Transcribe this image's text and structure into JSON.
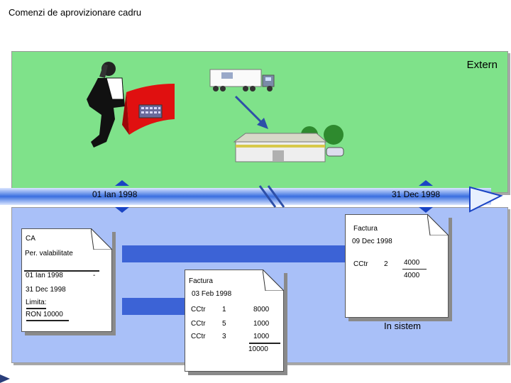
{
  "title": "Comenzi de aprovizionare cadru",
  "extern_label": "Extern",
  "sistem_label": "In sistem",
  "timeline": {
    "start_date": "01 Ian 1998",
    "end_date": "31 Dec 1998"
  },
  "contract_doc": {
    "header": "CA",
    "validity_label": "Per. valabilitate",
    "validity_from": "01 Ian 1998",
    "validity_separator": "-",
    "validity_to": "31 Dec 1998",
    "limit_label": "Limita:",
    "limit_value": "RON  10000"
  },
  "invoice_center": {
    "header": "Factura",
    "date": "03 Feb   1998",
    "rows": [
      {
        "item": "CCtr",
        "qty": "1",
        "amount": "8000"
      },
      {
        "item": "CCtr",
        "qty": "5",
        "amount": "1000"
      },
      {
        "item": "CCtr",
        "qty": "3",
        "amount": "1000"
      }
    ],
    "total": "10000"
  },
  "invoice_right": {
    "header": "Factura",
    "date": "09 Dec  1998",
    "item": "CCtr",
    "qty": "2",
    "amount": "4000",
    "total": "4000"
  },
  "colors": {
    "extern_bg": "#7fe28a",
    "sistem_bg": "#a9c0f8",
    "timeline_bar": "#3a6fe0",
    "marker": "#1a44c4",
    "brochure_red": "#e01010"
  },
  "icons": [
    "person-on-phone-icon",
    "catalog-brochure-icon",
    "truck-icon",
    "arrow-icon",
    "store-building-icon"
  ]
}
